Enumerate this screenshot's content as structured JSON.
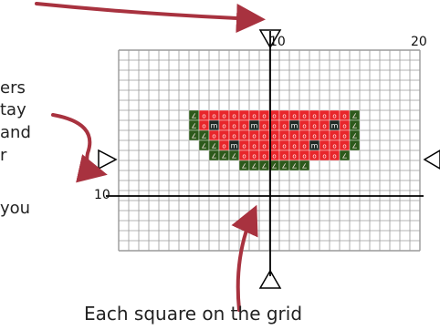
{
  "side_caption": [
    "ers",
    "tay",
    "and",
    "r",
    "you"
  ],
  "bottom_caption": "Each square on the grid",
  "axis_labels": {
    "top_left": "10",
    "top_right": "20",
    "left": "10"
  },
  "grid": {
    "cols": 30,
    "rows": 20
  },
  "legend_symbols": {
    "red_stitch": "o",
    "dark_stitch": "m",
    "green_stitch": "∠"
  },
  "pattern_rows": [
    "GRRRRRRRRRRRRRRRG",
    "GRMRRRMRRRMRRRMRG",
    "GGRRRRRRRRRRRRRRG",
    "GGRMRRRRRRRMRRRG",
    "GGGRRRRRRRRRRG",
    "GGGGGGG"
  ],
  "colors": {
    "red": "#e8262b",
    "dark": "#1e2a25",
    "green": "#2d5a1b",
    "arrow": "#a8323f",
    "grid_line": "#9a9a9a",
    "axis_line": "#000000"
  }
}
